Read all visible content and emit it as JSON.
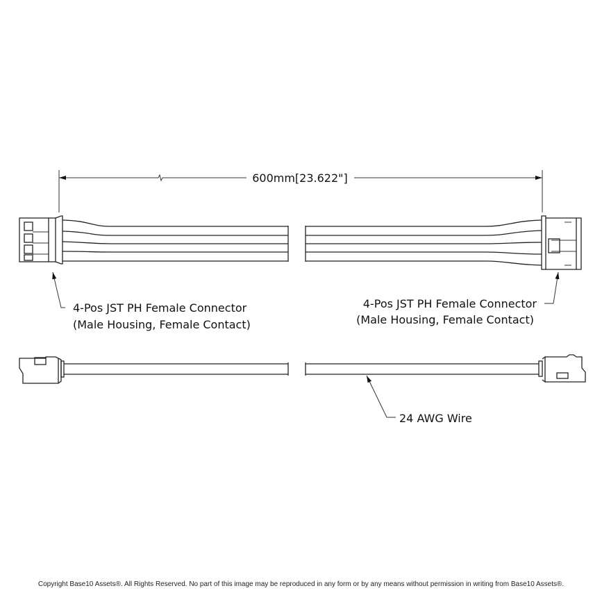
{
  "dimension": {
    "label": "600mm[23.622\"]"
  },
  "callouts": {
    "left_connector": {
      "line1": "4-Pos JST PH Female Connector",
      "line2": "(Male Housing, Female Contact)"
    },
    "right_connector": {
      "line1": "4-Pos JST PH Female Connector",
      "line2": "(Male Housing, Female Contact)"
    },
    "wire": {
      "label": "24 AWG Wire"
    }
  },
  "footer": {
    "copyright": "Copyright Base10 Assets®.  All Rights Reserved. No part of this image may be reproduced in any form or by any means without permission in writing from Base10 Assets®."
  }
}
